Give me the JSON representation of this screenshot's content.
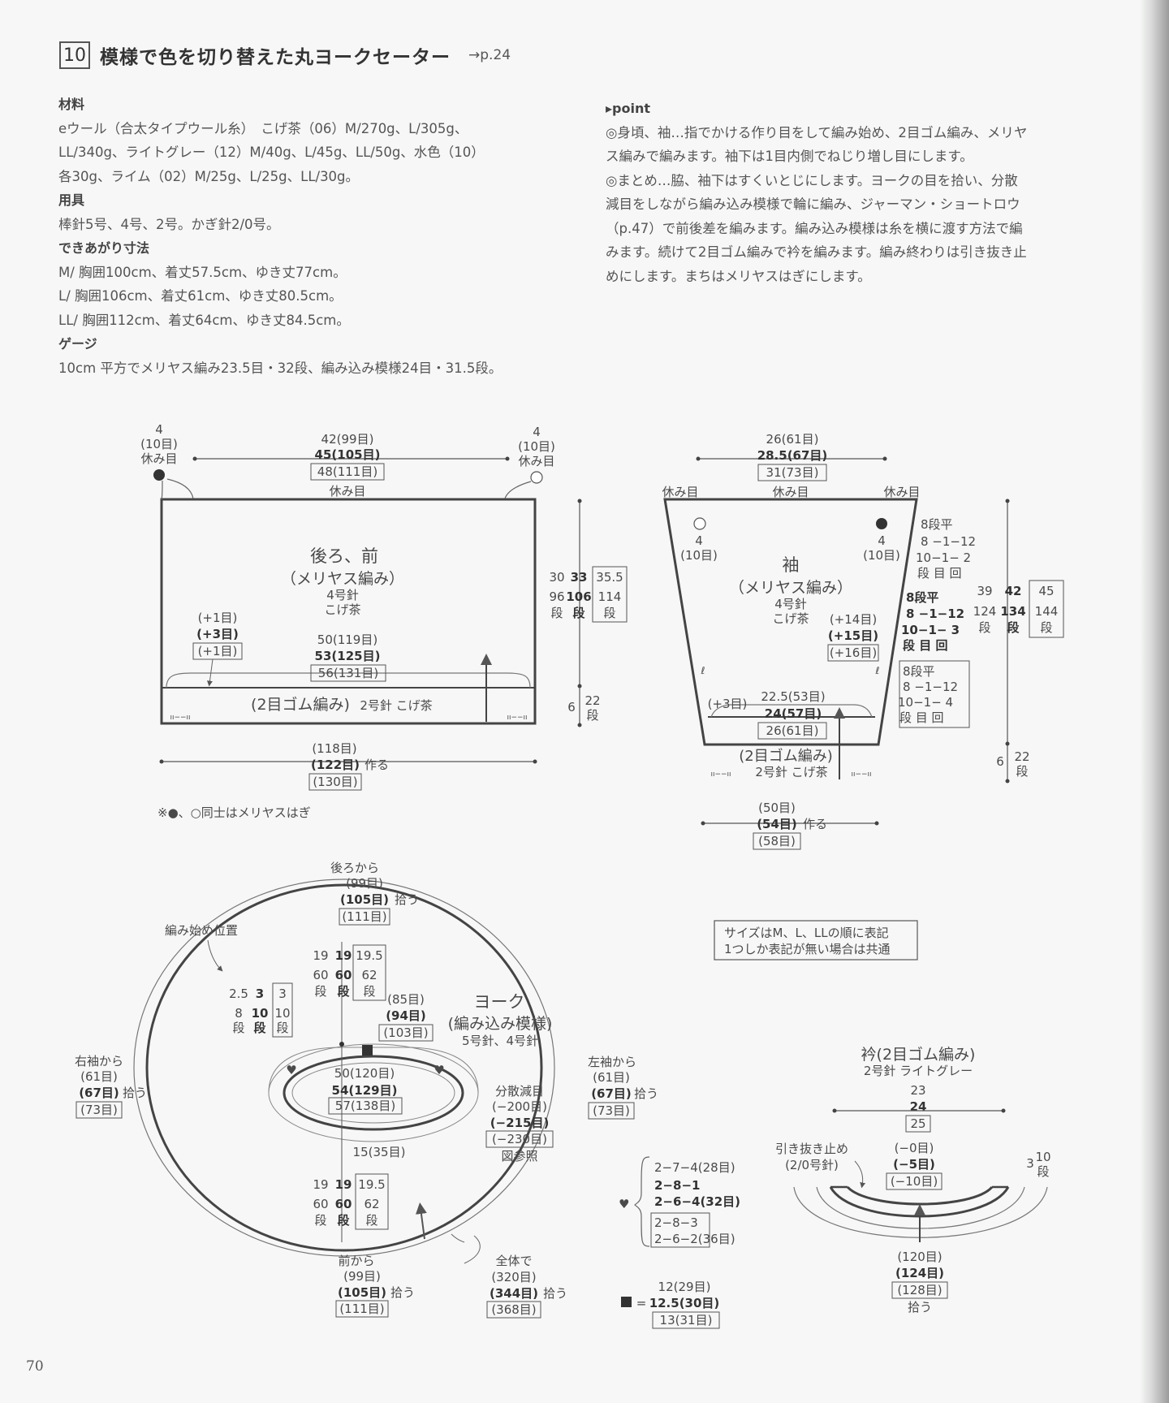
{
  "title": {
    "number": "10",
    "text": "模様で色を切り替えた丸ヨークセーター",
    "ref": "→p.24"
  },
  "materials": {
    "heading": "材料",
    "lines": [
      "eウール（合太タイプウール糸）　こげ茶（06）M/270g、L/305g、",
      "LL/340g、ライトグレー（12）M/40g、L/45g、LL/50g、水色（10）",
      "各30g、ライム（02）M/25g、L/25g、LL/30g。"
    ]
  },
  "tools": {
    "heading": "用具",
    "lines": [
      "棒針5号、4号、2号。かぎ針2/0号。"
    ]
  },
  "size": {
    "heading": "できあがり寸法",
    "lines": [
      "M/ 胸囲100cm、着丈57.5cm、ゆき丈77cm。",
      "L/ 胸囲106cm、着丈61cm、ゆき丈80.5cm。",
      "LL/ 胸囲112cm、着丈64cm、ゆき丈84.5cm。"
    ]
  },
  "gauge": {
    "heading": "ゲージ",
    "lines": [
      "10cm 平方でメリヤス編み23.5目・32段、編み込み模様24目・31.5段。"
    ]
  },
  "point": {
    "heading": "▸point",
    "lines": [
      "◎身頃、袖…指でかける作り目をして編み始め、2目ゴム編み、メリヤ",
      "ス編みで編みます。袖下は1目内側でねじり増し目にします。",
      "◎まとめ…脇、袖下はすくいとじにします。ヨークの目を拾い、分散",
      "減目をしながら編み込み模様で輪に編み、ジャーマン・ショートロウ",
      "（p.47）で前後差を編みます。編み込み模様は糸を横に渡す方法で編",
      "みます。続けて2目ゴム編みで衿を編みます。編み終わりは引き抜き止",
      "めにします。まちはメリヤスはぎにします。"
    ]
  },
  "body": {
    "rest_top_left": [
      "4",
      "(10目)",
      "休み目"
    ],
    "rest_top_right": [
      "4",
      "(10目)",
      "休み目"
    ],
    "top_width": [
      "42(99目)",
      "45(105目)",
      "48(111目)"
    ],
    "rest_label": "休み目",
    "name": "後ろ、前",
    "stitch": "（メリヤス編み）",
    "needle": "4号針",
    "color": "こげ茶",
    "inc": [
      "(+1目)",
      "(+3目)",
      "(+1目)"
    ],
    "mid_width": [
      "50(119目)",
      "53(125目)",
      "56(131目)"
    ],
    "rib": "(2目ゴム編み)",
    "rib_needle": "2号針 こげ茶",
    "rib_mark": "ıı−−ıı",
    "height_cm": [
      "30",
      "33",
      "35.5"
    ],
    "height_rows": [
      "96",
      "106",
      "114"
    ],
    "dan": "段",
    "rib_height": [
      "6",
      "22"
    ],
    "cast_on": [
      "(118目)",
      "(122目)",
      "(130目)"
    ],
    "cast_on_label": "作る",
    "note": "※●、○同士はメリヤスはぎ"
  },
  "sleeve": {
    "top_width": [
      "26(61目)",
      "28.5(67目)",
      "31(73目)"
    ],
    "rest_labels": [
      "休み目",
      "休み目",
      "休み目"
    ],
    "rest_left": [
      "4",
      "(10目)"
    ],
    "rest_right": [
      "4",
      "(10目)"
    ],
    "dec_table_1": [
      "8段平",
      "8 −1−12",
      "10−1− 2",
      "段 目 回"
    ],
    "dec_table_2": [
      "8段平",
      "8 −1−12",
      "10−1− 3",
      "段 目 回"
    ],
    "dec_table_3": [
      "8段平",
      "8 −1−12",
      "10−1− 4",
      "段 目 回"
    ],
    "name": "袖",
    "stitch": "（メリヤス編み）",
    "needle": "4号針",
    "color": "こげ茶",
    "inc": [
      "(+14目)",
      "(+15目)",
      "(+16目)"
    ],
    "inc_small": "(+3目)",
    "twist_mark": "ℓ",
    "mid_width": [
      "22.5(53目)",
      "24(57目)",
      "26(61目)"
    ],
    "height_cm": [
      "39",
      "42",
      "45"
    ],
    "height_rows": [
      "124",
      "134",
      "144"
    ],
    "rib": "(2目ゴム編み)",
    "rib_needle": "2号針 こげ茶",
    "rib_height": [
      "6",
      "22",
      "段"
    ],
    "cast_on": [
      "(50目)",
      "(54目)",
      "(58目)"
    ],
    "cast_on_label": "作る"
  },
  "size_note": [
    "サイズはM、L、LLの順に表記",
    "1つしか表記が無い場合は共通"
  ],
  "yoke": {
    "back_pickup": [
      "後ろから",
      "(99目)",
      "(105目)",
      "(111目)"
    ],
    "pickup_label": "拾う",
    "start_label": "編み始め位置",
    "right_sleeve": [
      "右袖から",
      "(61目)",
      "(67目)",
      "(73目)"
    ],
    "left_sleeve": [
      "左袖から",
      "(61目)",
      "(67目)",
      "(73目)"
    ],
    "front_pickup": [
      "前から",
      "(99目)",
      "(105目)",
      "(111目)"
    ],
    "total": [
      "全体で",
      "(320目)",
      "(344目)",
      "(368目)"
    ],
    "name": "ヨーク",
    "stitch": "(編み込み模様)",
    "needle": "5号針、4号針",
    "top_rows_cm": [
      "19",
      "19",
      "19.5"
    ],
    "top_rows": [
      "60",
      "60",
      "62"
    ],
    "bottom_rows_cm": [
      "19",
      "19",
      "19.5"
    ],
    "bottom_rows": [
      "60",
      "60",
      "62"
    ],
    "short_cm": [
      "2.5",
      "3",
      "3"
    ],
    "short_rows": [
      "8",
      "10",
      "10"
    ],
    "short_st": [
      "(85目)",
      "(94目)",
      "(103目)"
    ],
    "inner_width": [
      "50(120目)",
      "54(129目)",
      "57(138目)"
    ],
    "inner_bottom": "15(35目)",
    "dec_label": "分散減目",
    "dec": [
      "(−200目)",
      "(−215目)",
      "(−230目)"
    ],
    "dec_ref": "図参照",
    "heart_rows": [
      "2−7−4(28目)",
      "2−8−1",
      "2−6−4(32目)",
      "2−8−3",
      "2−6−2(36目)"
    ],
    "square_eq": [
      "12(29目)",
      "12.5(30目)",
      "13(31目)"
    ]
  },
  "collar": {
    "name": "衿(2目ゴム編み)",
    "needle": "2号針 ライトグレー",
    "width": [
      "23",
      "24",
      "25"
    ],
    "bindoff": [
      "引き抜き止め",
      "(2/0号針)"
    ],
    "dec": [
      "(−0目)",
      "(−5目)",
      "(−10目)"
    ],
    "height": [
      "3",
      "10"
    ],
    "pickup": [
      "(120目)",
      "(124目)",
      "(128目)"
    ],
    "pickup_label": "拾う"
  },
  "page_number": "70"
}
